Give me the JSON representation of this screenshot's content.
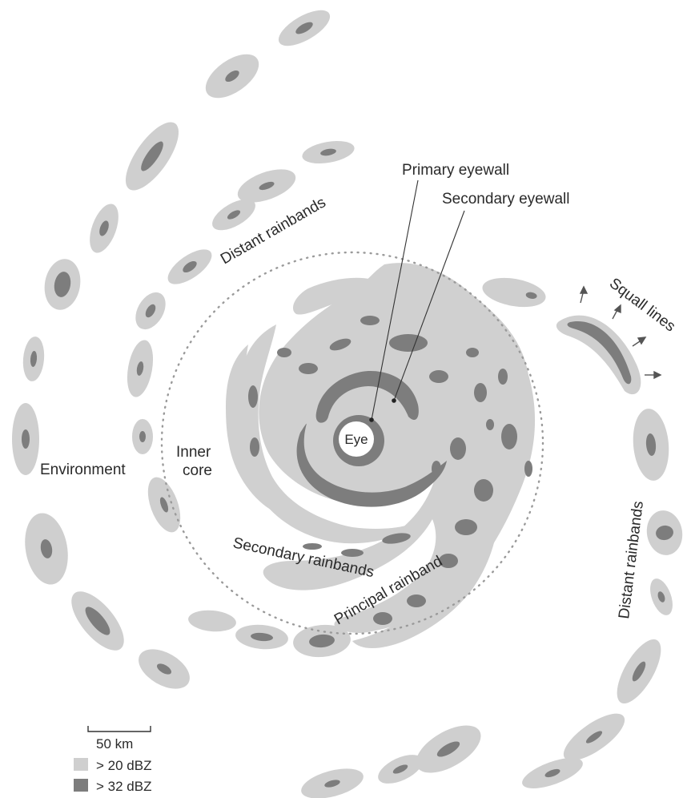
{
  "labels": {
    "primary_eyewall": "Primary eyewall",
    "secondary_eyewall": "Secondary eyewall",
    "squall_lines": "Squall lines",
    "distant_rainbands_top": "Distant  rainbands",
    "distant_rainbands_right": "Distant  rainbands",
    "environment": "Environment",
    "inner_core_line1": "Inner",
    "inner_core_line2": "core",
    "eye": "Eye",
    "secondary_rainbands": "Secondary  rainbands",
    "principal_rainband": "Principal rainband"
  },
  "scale_bar": {
    "label": "50 km"
  },
  "legend": [
    {
      "label": "> 20 dBZ",
      "color": "#cfcfcf"
    },
    {
      "label": "> 32 dBZ",
      "color": "#7d7d7d"
    }
  ],
  "colors": {
    "light_echo": "#cfcfcf",
    "dark_echo": "#7d7d7d",
    "text": "#2a2a2a",
    "dotted_circle": "#9a9a9a"
  }
}
